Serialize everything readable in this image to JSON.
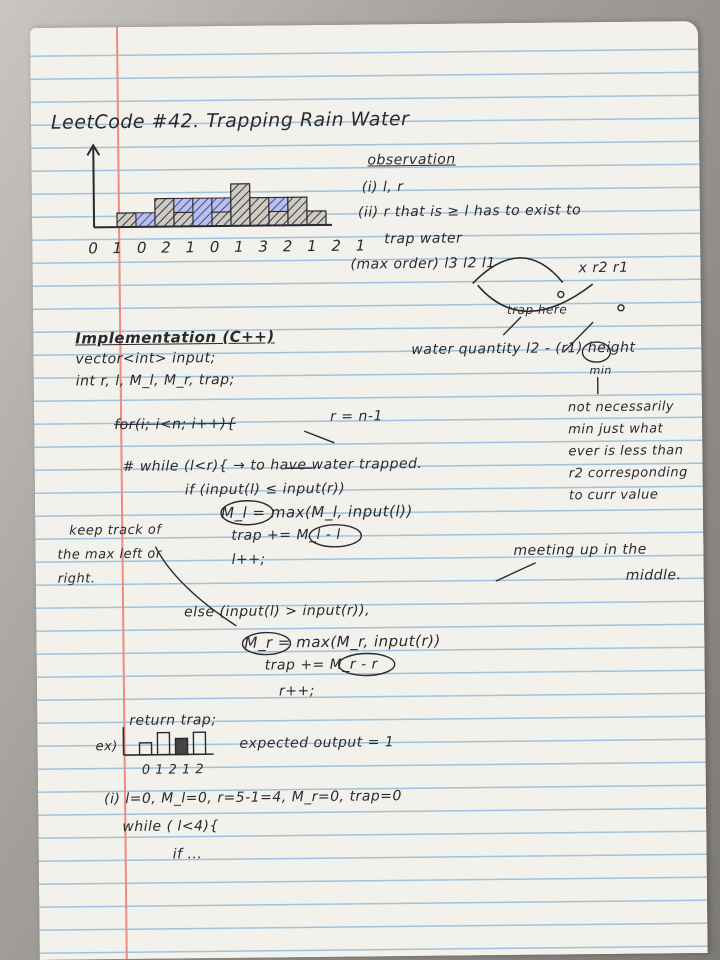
{
  "title": "LeetCode #42. Trapping Rain Water",
  "chart": {
    "tick_labels": "0 1 0 2 1 0 1 3 2 1 2 1",
    "heights": [
      0,
      1,
      0,
      2,
      1,
      0,
      1,
      3,
      2,
      1,
      2,
      1
    ],
    "water": [
      0,
      0,
      1,
      0,
      1,
      2,
      1,
      0,
      0,
      1,
      0,
      0
    ]
  },
  "observation": {
    "heading": "observation",
    "line1": "(i) l, r",
    "line2": "(ii) r that is ≥ l has to exist to",
    "line3": "trap water",
    "line4": "(max order) l3 l2 l1",
    "marks": "x  r2  r1",
    "trap_here": "trap here",
    "water_quantity": "water quantity  l2 - (r1)  height",
    "min": "min",
    "note1": "not necessarily",
    "note2": "min just what",
    "note3": "ever is less than",
    "note4": "r2 corresponding",
    "note5": "to curr value"
  },
  "implementation": {
    "heading": "Implementation (C++)",
    "line1": "vector<int> input;",
    "line2": "int r, l, M_l, M_r, trap;",
    "struck": "for(i; i<n; i++){",
    "r_init": "r = n-1",
    "while_line": "# while (l<r){ → to have water trapped.",
    "if_line": "if (input(l) ≤  input(r))",
    "ml_line": "M_l = max(M_l, input(l))",
    "trap_l": "trap += M_l - l",
    "lpp": "l++;",
    "keep1": "keep track of",
    "keep2": "the max left or",
    "keep3": "right.",
    "meeting1": "meeting up in the",
    "meeting2": "middle.",
    "else_line": "else (input(l) > input(r)),",
    "mr_line": "M_r = max(M_r, input(r))",
    "trap_r": "trap += M_r - r",
    "rpp": "r++;",
    "return_line": "return trap;"
  },
  "example": {
    "label": "ex)",
    "expected": "expected output = 1",
    "digits": "0 1 2 1 2",
    "init_line": "(i) l=0, M_l=0, r=5-1=4, M_r=0, trap=0",
    "while_line": "while ( l<4){",
    "if_stub": "if   ..."
  }
}
